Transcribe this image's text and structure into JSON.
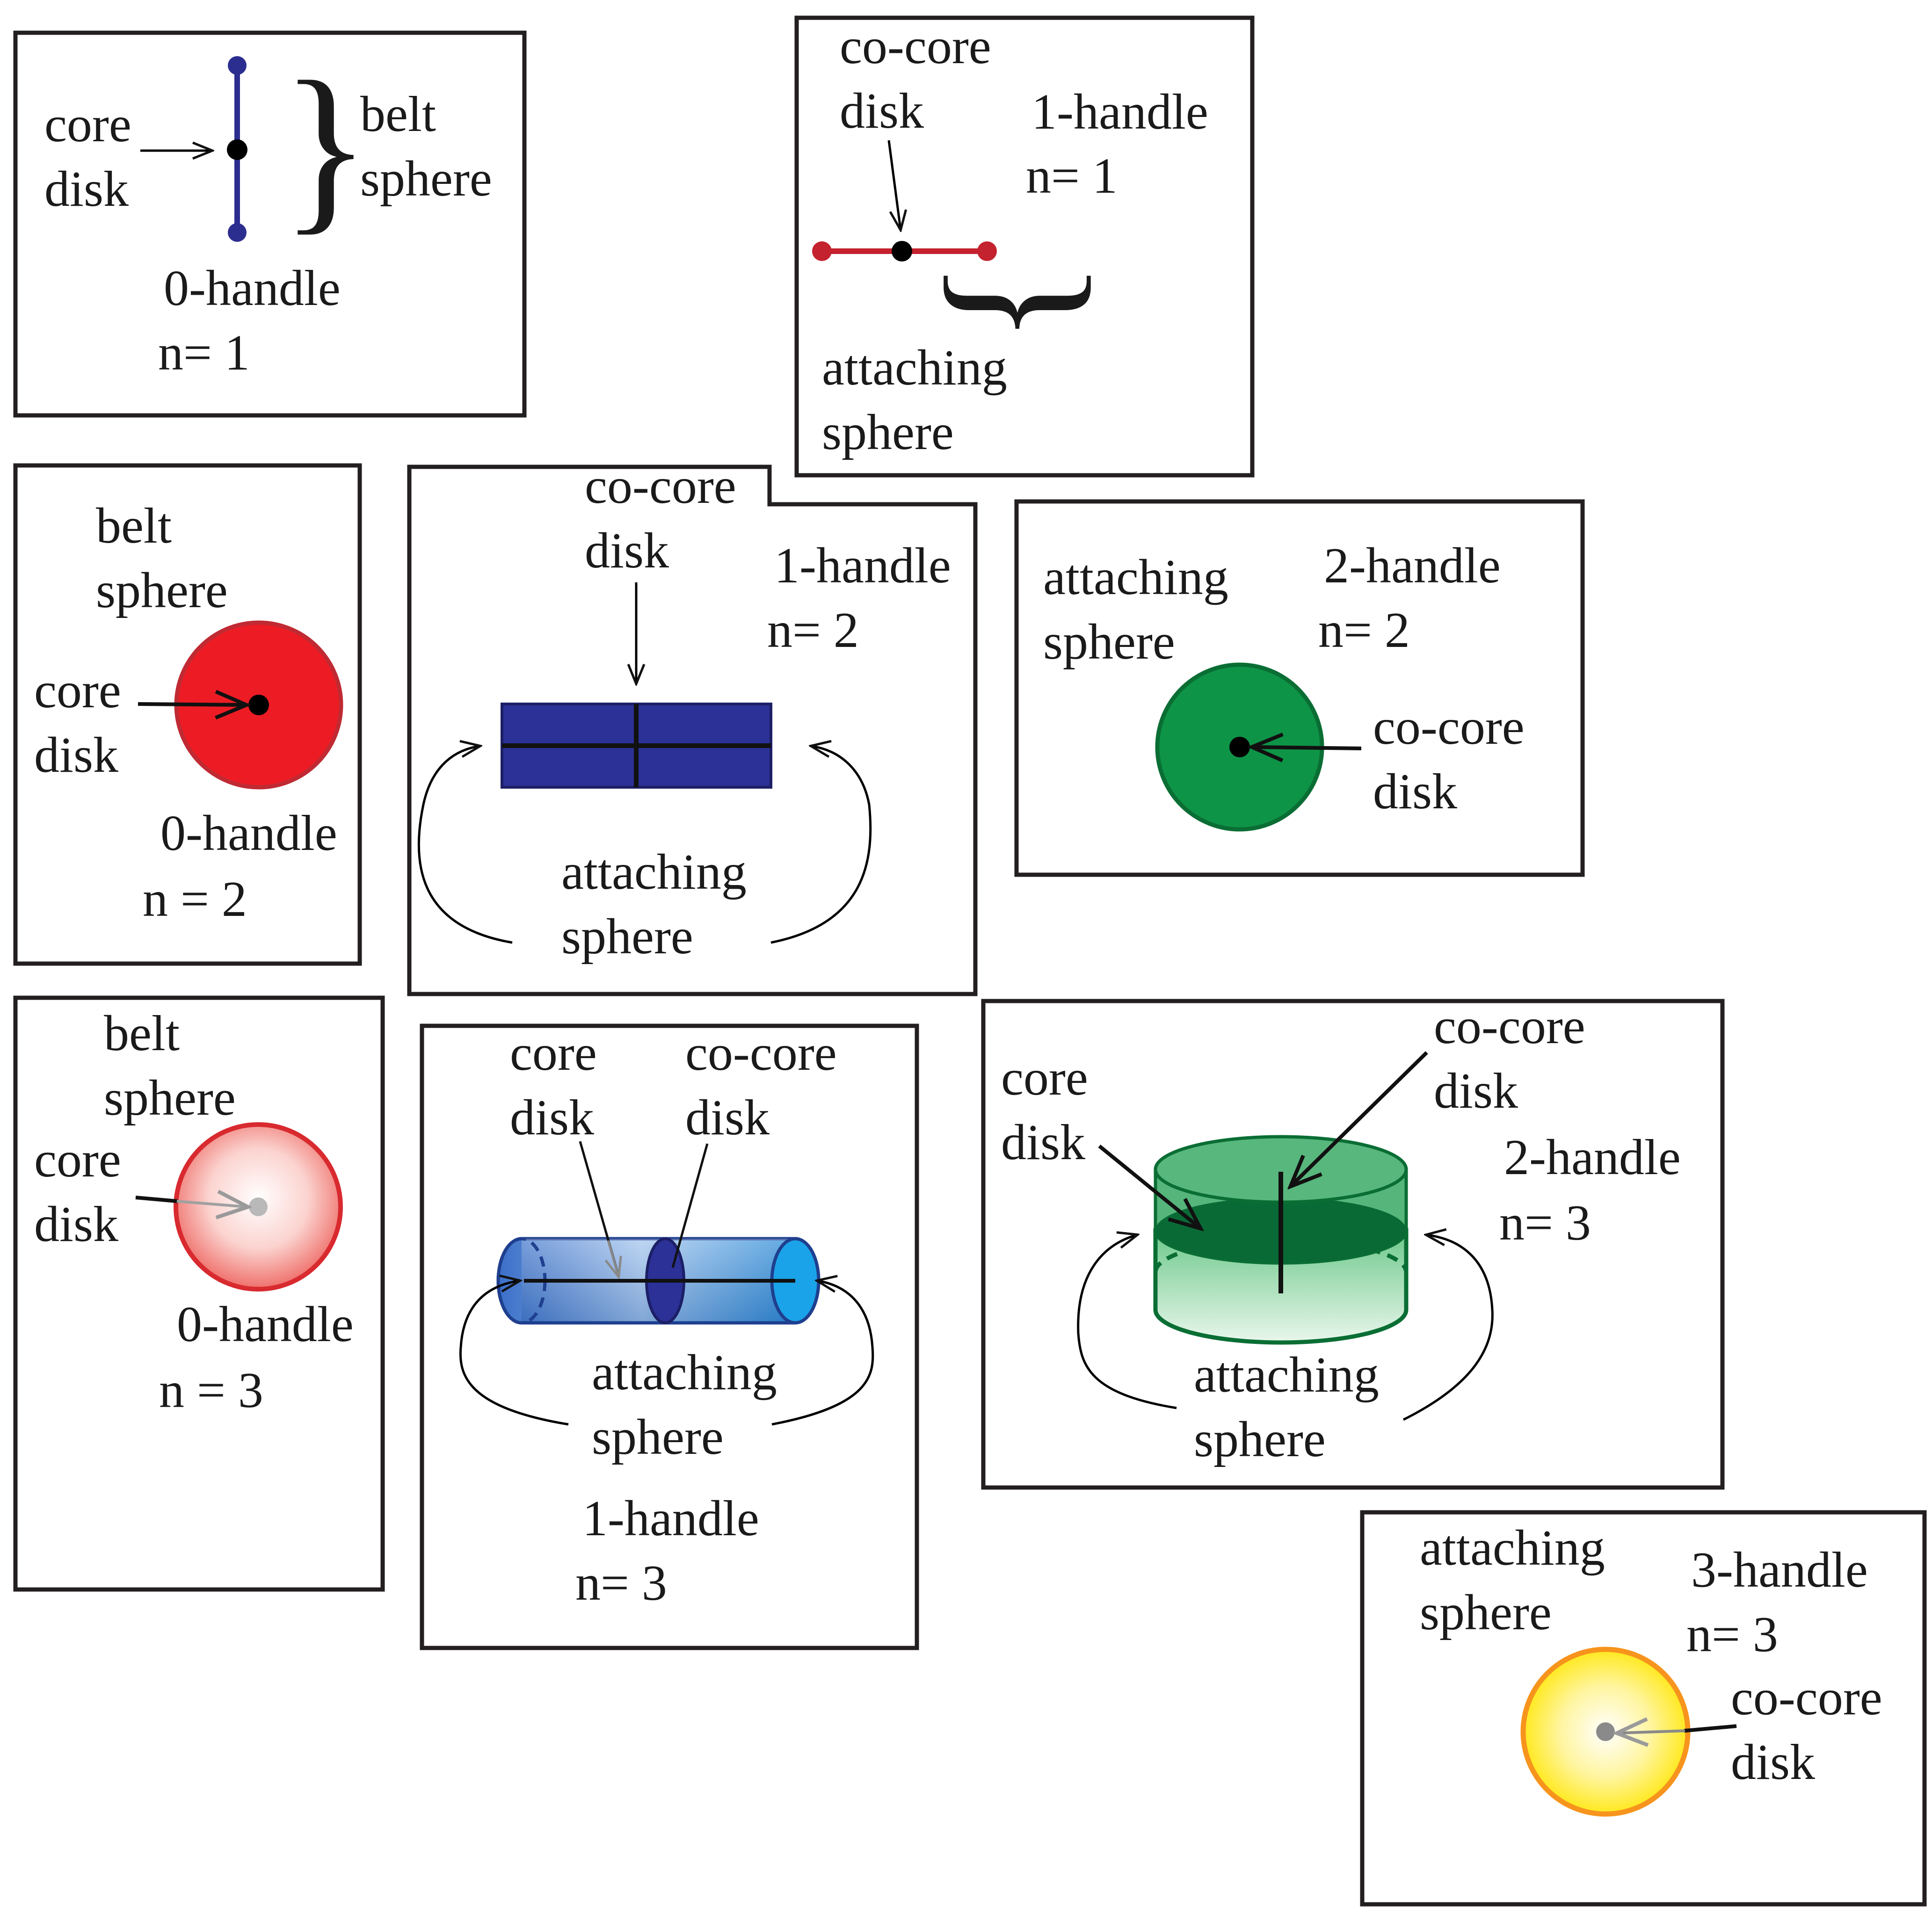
{
  "panels": {
    "h0n1": {
      "core_disk": [
        "core",
        "disk"
      ],
      "belt_sphere": [
        "belt",
        "sphere"
      ],
      "handle": "0-handle",
      "n_var": "n",
      "n_eq": "= 1"
    },
    "h1n1": {
      "co_core_disk": [
        "co-core",
        "disk"
      ],
      "handle": "1-handle",
      "n_var": "n",
      "n_eq": "= 1",
      "attaching_sphere": [
        "attaching",
        "sphere"
      ]
    },
    "h0n2": {
      "belt_sphere": [
        "belt",
        "sphere"
      ],
      "core_disk": [
        "core",
        "disk"
      ],
      "handle": "0-handle",
      "n_var": "n",
      "n_eq": " = 2"
    },
    "h1n2": {
      "co_core_disk": [
        "co-core",
        "disk"
      ],
      "handle": "1-handle",
      "n_var": "n",
      "n_eq": "= 2",
      "attaching_sphere": [
        "attaching",
        "sphere"
      ]
    },
    "h2n2": {
      "attaching_sphere": [
        "attaching",
        "sphere"
      ],
      "handle": "2-handle",
      "n_var": "n",
      "n_eq": "= 2",
      "co_core_disk": [
        "co-core",
        "disk"
      ]
    },
    "h0n3": {
      "belt_sphere": [
        "belt",
        "sphere"
      ],
      "core_disk": [
        "core",
        "disk"
      ],
      "handle": "0-handle",
      "n_var": "n",
      "n_eq": " = 3"
    },
    "h1n3": {
      "core_disk": [
        "core",
        "disk"
      ],
      "co_core_disk": [
        "co-core",
        "disk"
      ],
      "attaching_sphere": [
        "attaching",
        "sphere"
      ],
      "handle": "1-handle",
      "n_var": "n",
      "n_eq": "= 3"
    },
    "h2n3": {
      "co_core_disk": [
        "co-core",
        "disk"
      ],
      "core_disk": [
        "core",
        "disk"
      ],
      "handle": "2-handle",
      "n_var": "n",
      "n_eq": "= 3",
      "attaching_sphere": [
        "attaching",
        "sphere"
      ]
    },
    "h3n3": {
      "attaching_sphere": [
        "attaching",
        "sphere"
      ],
      "handle": "3-handle",
      "n_var": "n",
      "n_eq": "= 3",
      "co_core_disk": [
        "co-core",
        "disk"
      ]
    }
  },
  "colors": {
    "blue_line": "#2b2d8f",
    "red_line": "#c4222e",
    "red_disk": "#ed1c24",
    "blue_rect": "#2b3196",
    "green_disk": "#0e9447",
    "yellow_ball": "#ffe600",
    "orange_rim": "#f7941d"
  }
}
